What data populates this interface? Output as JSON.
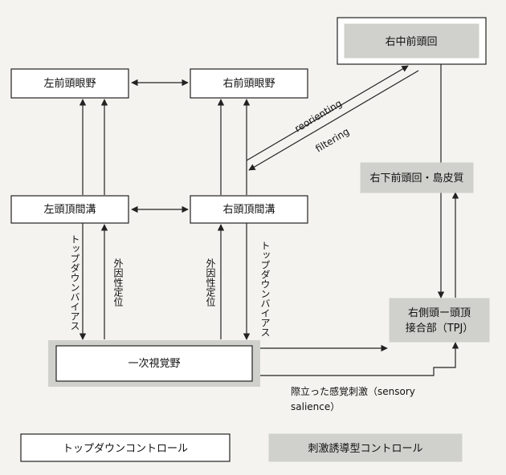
{
  "nodes": {
    "left_fef": "左前頭眼野",
    "right_fef": "右前頭眼野",
    "left_ips": "左頭頂間溝",
    "right_ips": "右頭頂間溝",
    "visual_cortex": "一次視覚野",
    "right_mfg": "右中前頭回",
    "right_ifg": "右下前頭回・島皮質",
    "tpj_line1": "右側頭ー頭頂",
    "tpj_line2": "接合部（TPJ）"
  },
  "labels": {
    "topdown_bias_left": "トップダウンバイアス",
    "exo_orient_left": "外因性定位",
    "exo_orient_right": "外因性定位",
    "topdown_bias_right": "トップダウンバイアス",
    "reorienting": "reorienting",
    "filtering": "filtering",
    "salience_line1": "際立った感覚刺激（sensory",
    "salience_line2": "salience）"
  },
  "legend": {
    "topdown": "トップダウンコントロール",
    "stimulus": "刺激誘導型コントロール"
  }
}
